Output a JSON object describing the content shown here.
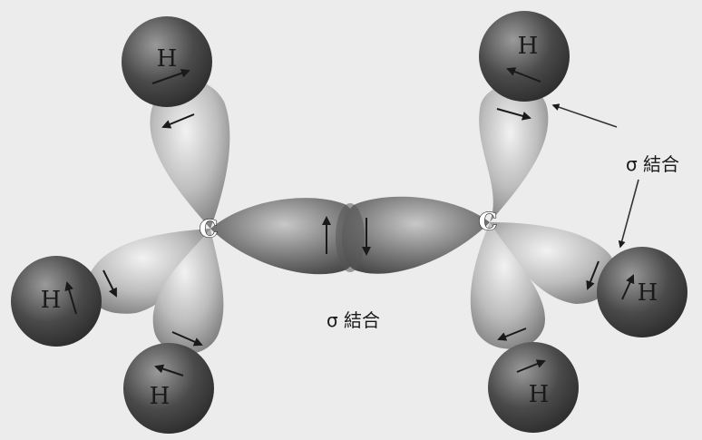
{
  "atoms": {
    "carbon_left": "C",
    "carbon_right": "C",
    "h_top_left": "H",
    "h_left": "H",
    "h_bottom_left": "H",
    "h_top_right": "H",
    "h_right": "H",
    "h_bottom_right": "H"
  },
  "labels": {
    "sigma_center": "σ 結合",
    "sigma_right": "σ 結合"
  },
  "colors": {
    "background": "#ececec",
    "hydrogen_dark": "#3a3a3a",
    "lobe_light": "#d8d8d8",
    "lobe_dark": "#6e6e6e"
  }
}
